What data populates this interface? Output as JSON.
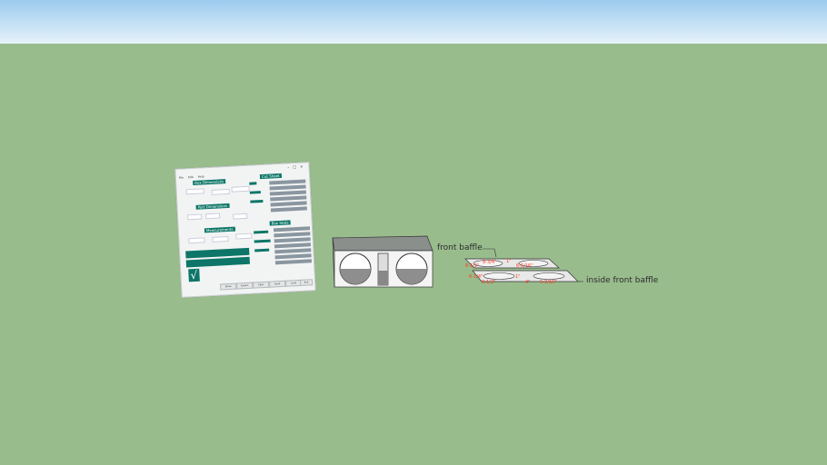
{
  "scene": {
    "sky_color": "#9ccbef",
    "ground_color": "#99bc8d",
    "labels": {
      "front_baffle": "front baffle",
      "inside_front_baffle": "inside front baffle"
    },
    "dimensions_front": [
      "8-1/2\"",
      "8-3/4\"",
      "1\"",
      "6-5/16\""
    ],
    "dimensions_inside": [
      "6-1/4\"",
      "8-1/2\"",
      "1\"",
      "4\"",
      "5-3/16\""
    ]
  },
  "app_window": {
    "menu": [
      "File",
      "Edit",
      "Help"
    ],
    "sections": {
      "box": "Box Dimensions",
      "port": "Port Dimensions",
      "measurements": "Measurements",
      "cut_sheet": "Cut Sheet",
      "box_stats": "Box Stats"
    },
    "buttons": [
      "Show",
      "Export",
      "Clear",
      "Save",
      "Load",
      "Exit"
    ]
  }
}
